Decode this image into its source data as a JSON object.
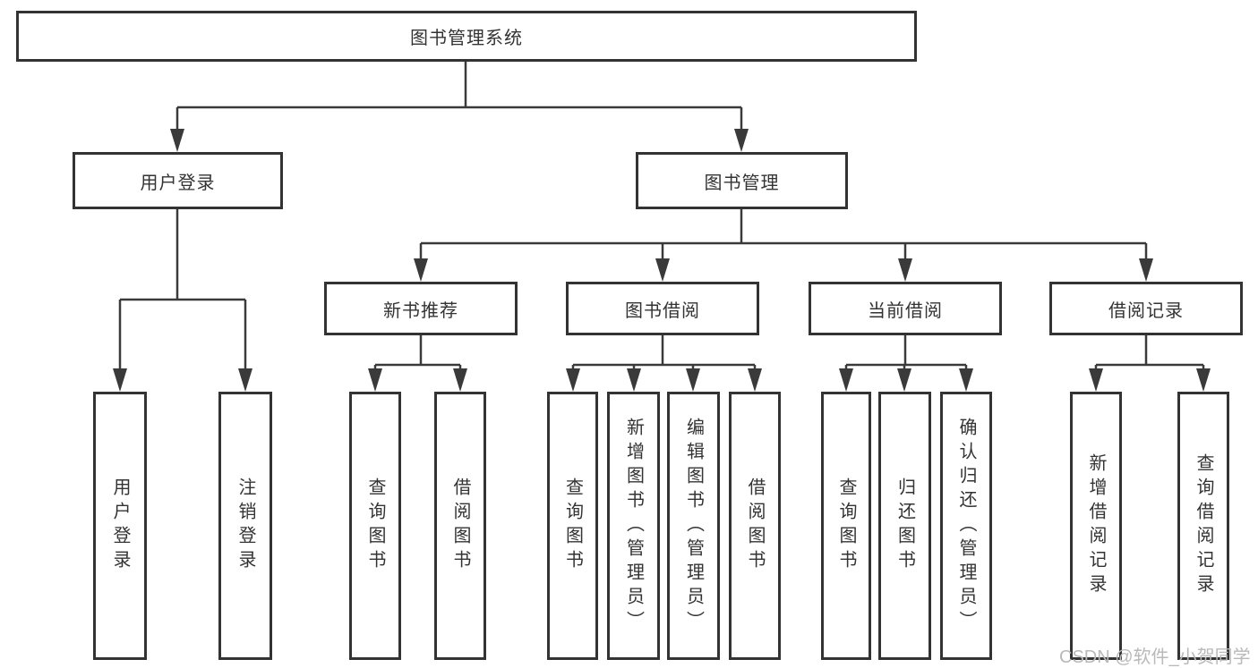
{
  "title": "图书管理系统",
  "level2": {
    "user_login": "用户登录",
    "book_mgmt": "图书管理"
  },
  "level3": {
    "recommend": "新书推荐",
    "borrow": "图书借阅",
    "current": "当前借阅",
    "records": "借阅记录"
  },
  "leaves": {
    "user_login": [
      "用户登录",
      "注销登录"
    ],
    "recommend": [
      "查询图书",
      "借阅图书"
    ],
    "borrow": [
      "查询图书",
      "新增图书（管理员）",
      "编辑图书（管理员）",
      "借阅图书"
    ],
    "current": [
      "查询图书",
      "归还图书",
      "确认归还（管理员）"
    ],
    "records": [
      "新增借阅记录",
      "查询借阅记录"
    ]
  },
  "watermark": "CSDN @软件_小贺同学",
  "colors": {
    "line": "#3a3a3a",
    "border": "#333333",
    "text": "#333333",
    "watermark": "#b9b9b9"
  },
  "chart_data": {
    "type": "tree",
    "title": "图书管理系统",
    "hierarchy": {
      "图书管理系统": {
        "用户登录": [
          "用户登录",
          "注销登录"
        ],
        "图书管理": {
          "新书推荐": [
            "查询图书",
            "借阅图书"
          ],
          "图书借阅": [
            "查询图书",
            "新增图书（管理员）",
            "编辑图书（管理员）",
            "借阅图书"
          ],
          "当前借阅": [
            "查询图书",
            "归还图书",
            "确认归还（管理员）"
          ],
          "借阅记录": [
            "新增借阅记录",
            "查询借阅记录"
          ]
        }
      }
    }
  }
}
